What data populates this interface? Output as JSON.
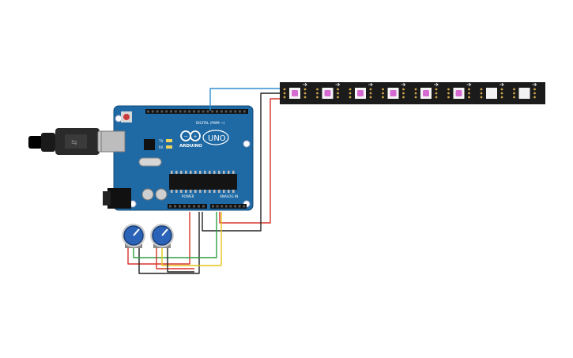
{
  "board": {
    "brand": "ARDUINO",
    "model": "UNO",
    "digital_label": "DIGITAL (PWM ~)",
    "analog_label": "ANALOG IN",
    "power_label": "POWER",
    "led_labels": [
      "TX",
      "RX"
    ],
    "color": "#1f6aa5"
  },
  "strip": {
    "leds": [
      {
        "lit": true,
        "color": "#d76ad2"
      },
      {
        "lit": true,
        "color": "#d76ad2"
      },
      {
        "lit": true,
        "color": "#d76ad2"
      },
      {
        "lit": true,
        "color": "#d76ad2"
      },
      {
        "lit": true,
        "color": "#d76ad2"
      },
      {
        "lit": true,
        "color": "#d76ad2"
      },
      {
        "lit": false,
        "color": "#f2f2f2"
      },
      {
        "lit": false,
        "color": "#f2f2f2"
      }
    ],
    "body_color": "#1b1b1b"
  },
  "potentiometers": [
    {
      "knob_color": "#2b63b8"
    },
    {
      "knob_color": "#2b63b8"
    }
  ],
  "wire_colors": {
    "data": "#2e8fd0",
    "power": "#d9322b",
    "ground": "#222222",
    "signal_1": "#2ea043",
    "signal_2": "#e6c619"
  }
}
